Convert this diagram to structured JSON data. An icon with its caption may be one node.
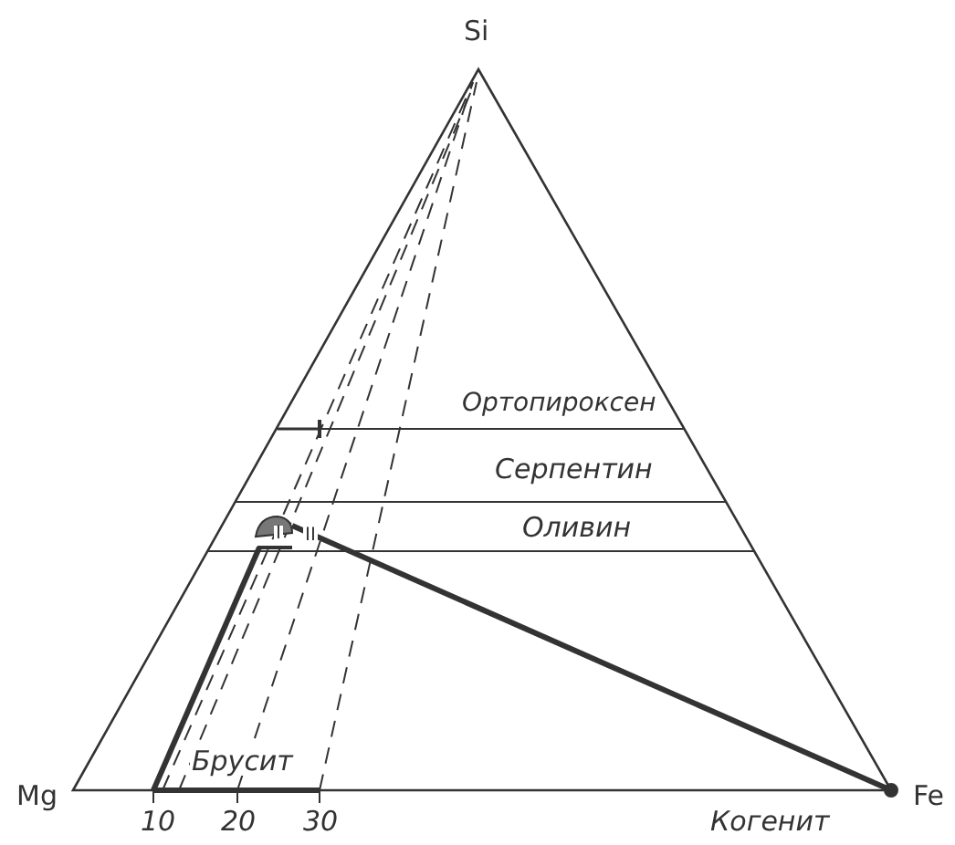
{
  "diagram": {
    "labels": [
      "Si",
      "Ортопироксен",
      "Серпентин",
      "Оливин",
      "I",
      "II",
      "Брусит",
      "Mg",
      "Fe",
      "10",
      "20",
      "30",
      "Когенит"
    ]
  }
}
